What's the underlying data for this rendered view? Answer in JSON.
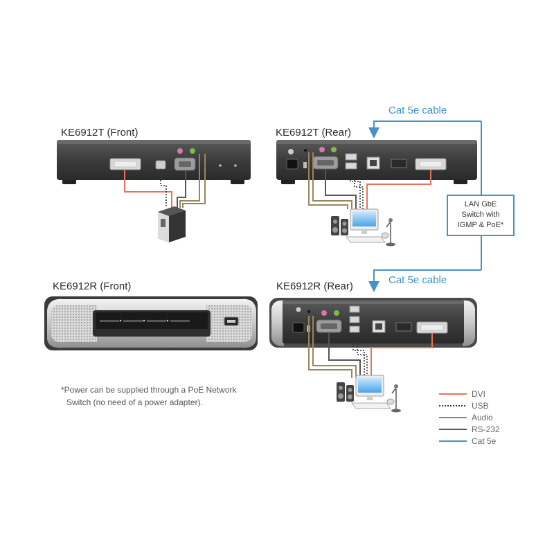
{
  "labels": {
    "tx_front": "KE6912T (Front)",
    "tx_rear": "KE6912T (Rear)",
    "rx_front": "KE6912R (Front)",
    "rx_rear": "KE6912R (Rear)"
  },
  "cables": {
    "top": "Cat 5e cable",
    "bottom": "Cat 5e cable"
  },
  "switch_box": {
    "line1": "LAN GbE",
    "line2": "Switch with",
    "line3": "IGMP & PoE*"
  },
  "footnote": {
    "line1": "*Power can be supplied through a PoE Network",
    "line2": "Switch (no need of a power adapter)."
  },
  "legend": [
    {
      "label": "DVI",
      "color": "#e8735a",
      "style": "solid"
    },
    {
      "label": "USB",
      "color": "#333333",
      "style": "dotted"
    },
    {
      "label": "Audio",
      "color": "#9a8460",
      "style": "solid"
    },
    {
      "label": "RS-232",
      "color": "#555555",
      "style": "solid"
    },
    {
      "label": "Cat 5e",
      "color": "#4a90c8",
      "style": "solid"
    }
  ],
  "colors": {
    "dvi": "#e8735a",
    "usb": "#333333",
    "audio": "#9a8460",
    "rs232": "#555555",
    "cat5e": "#4a90c8",
    "device": "#3a3a3a"
  }
}
